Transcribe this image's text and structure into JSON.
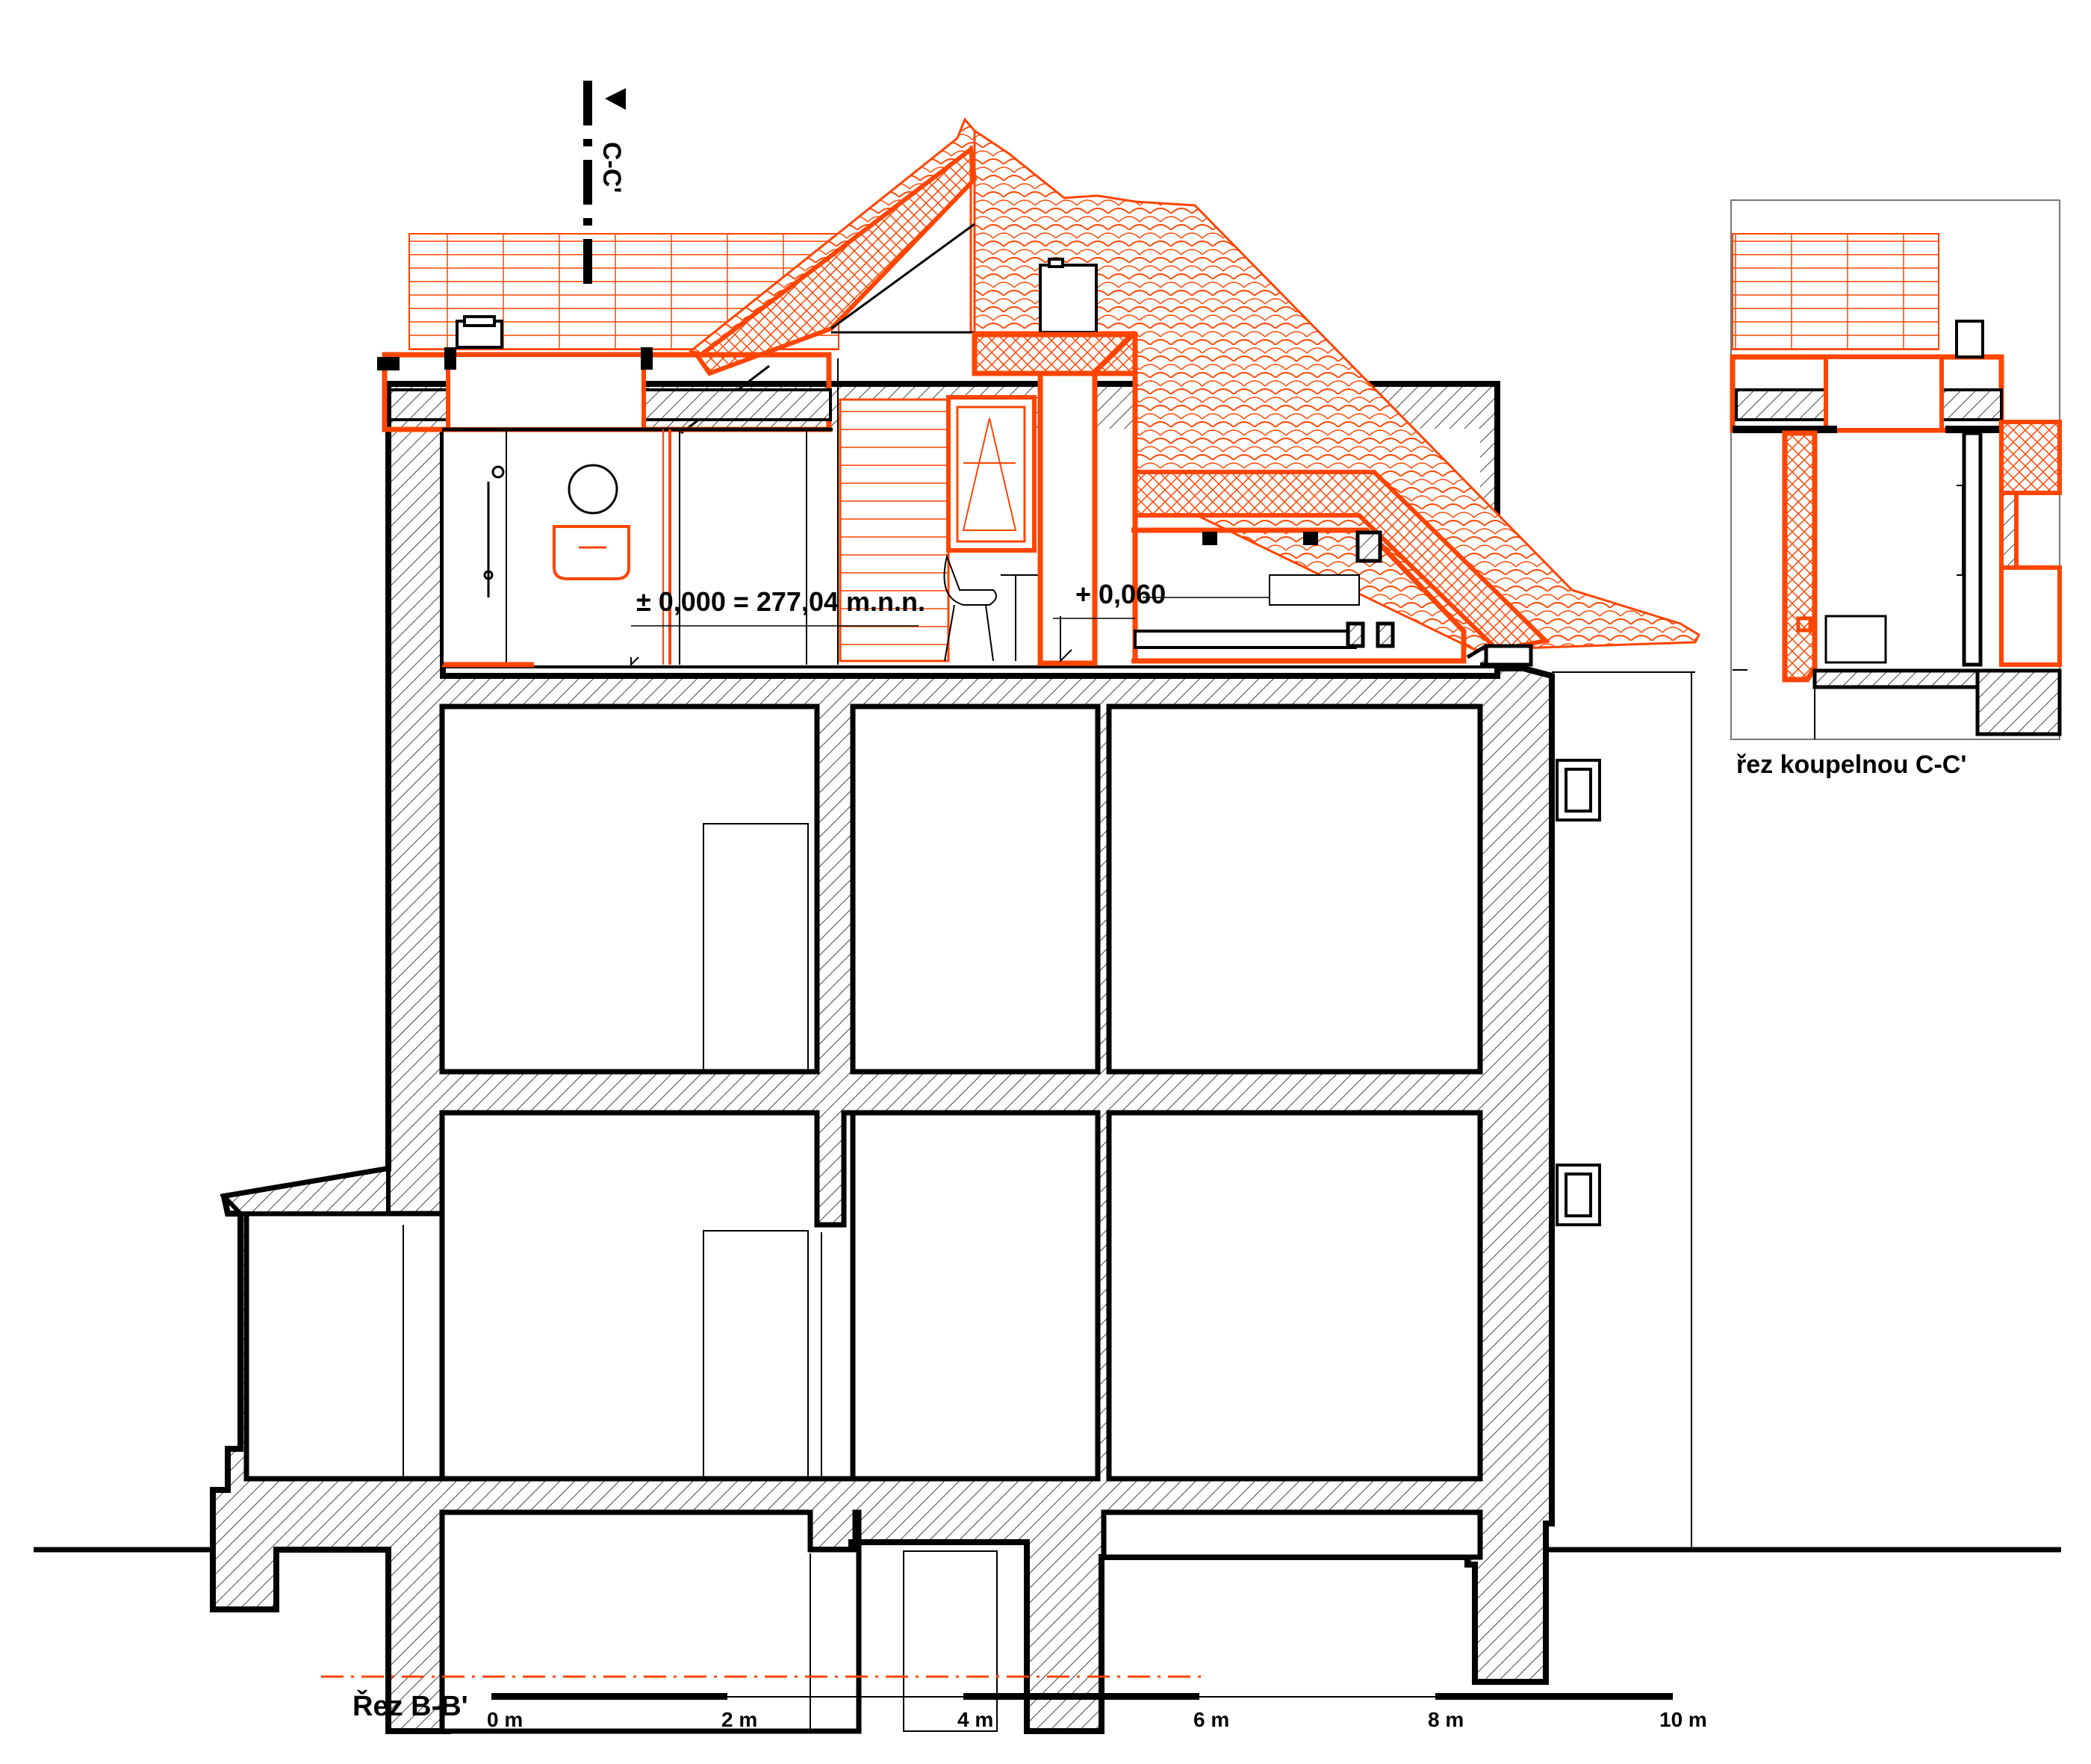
{
  "section_main": {
    "title": "Řez B-B'"
  },
  "section_detail": {
    "title": "řez koupelnou C-C'"
  },
  "section_marker": {
    "label": "C-C'"
  },
  "levels": {
    "datum": "± 0,000 = 277,04 m.n.n.",
    "bath_floor": "+ 0,060"
  },
  "scale_bar": {
    "ticks": [
      "0 m",
      "2 m",
      "4 m",
      "6 m",
      "8 m",
      "10 m"
    ]
  },
  "colors": {
    "accent": "#ff4500",
    "ink": "#000000"
  },
  "icons": [
    "shower-icon",
    "mirror-icon",
    "washbasin-icon",
    "chair-icon",
    "bathtub-icon",
    "window-icon"
  ]
}
